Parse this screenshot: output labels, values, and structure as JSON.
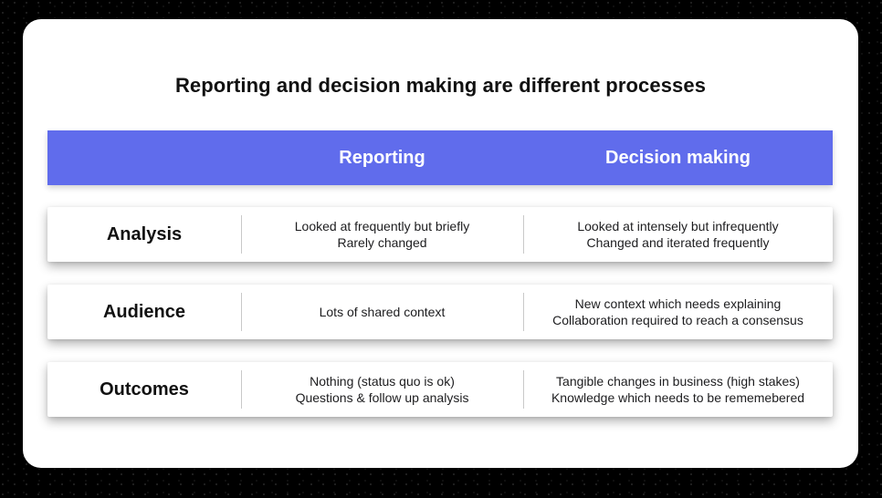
{
  "title": "Reporting and decision making are different processes",
  "colors": {
    "header_bg": "#606CEC",
    "header_text": "#ffffff",
    "card_bg": "#ffffff",
    "background": "#000000",
    "divider": "#c9c9c9",
    "text": "#111111"
  },
  "table": {
    "header": {
      "reporting": "Reporting",
      "decision_making": "Decision making"
    },
    "rows": [
      {
        "label": "Analysis",
        "reporting": {
          "line1": "Looked at frequently but briefly",
          "line2": "Rarely changed"
        },
        "decision": {
          "line1": "Looked at intensely but infrequently",
          "line2": "Changed and iterated frequently"
        }
      },
      {
        "label": "Audience",
        "reporting": {
          "line1": "Lots of shared context",
          "line2": ""
        },
        "decision": {
          "line1": "New context which needs explaining",
          "line2": "Collaboration required to reach a consensus"
        }
      },
      {
        "label": "Outcomes",
        "reporting": {
          "line1": "Nothing (status quo is ok)",
          "line2": "Questions & follow up analysis"
        },
        "decision": {
          "line1": "Tangible changes in business (high stakes)",
          "line2": "Knowledge which needs to be rememebered"
        }
      }
    ]
  }
}
